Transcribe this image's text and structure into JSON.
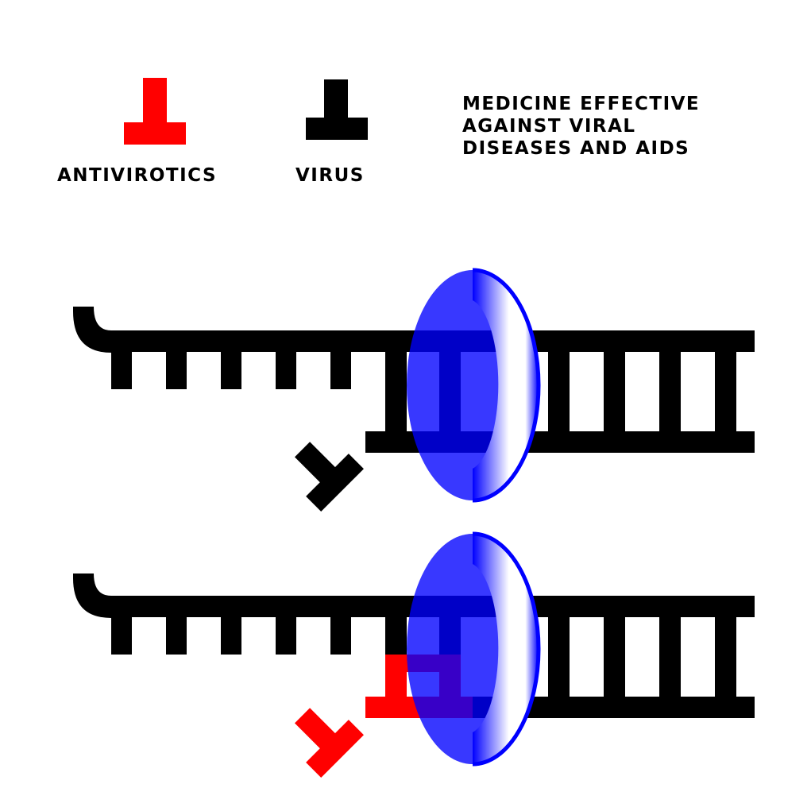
{
  "legend": {
    "antivirotics_label": "ANTIVIROTICS",
    "virus_label": "VIRUS",
    "antivirotics_color": "#ff0000",
    "virus_color": "#000000"
  },
  "description": {
    "lines": [
      "MEDICINE EFFECTIVE",
      "AGAINST VIRAL",
      "DISEASES AND AIDS"
    ]
  },
  "colors": {
    "strand": "#000000",
    "enzyme_ring_outer": "#0000ff",
    "enzyme_ring_highlight": "#ffffff",
    "antivirotic": "#ff0000"
  },
  "panels": [
    {
      "name": "virus-replication",
      "nucleotide": "virus",
      "nucleotide_color": "#000000"
    },
    {
      "name": "antiviral-blocking",
      "nucleotide": "antivirotics",
      "nucleotide_color": "#ff0000"
    }
  ]
}
